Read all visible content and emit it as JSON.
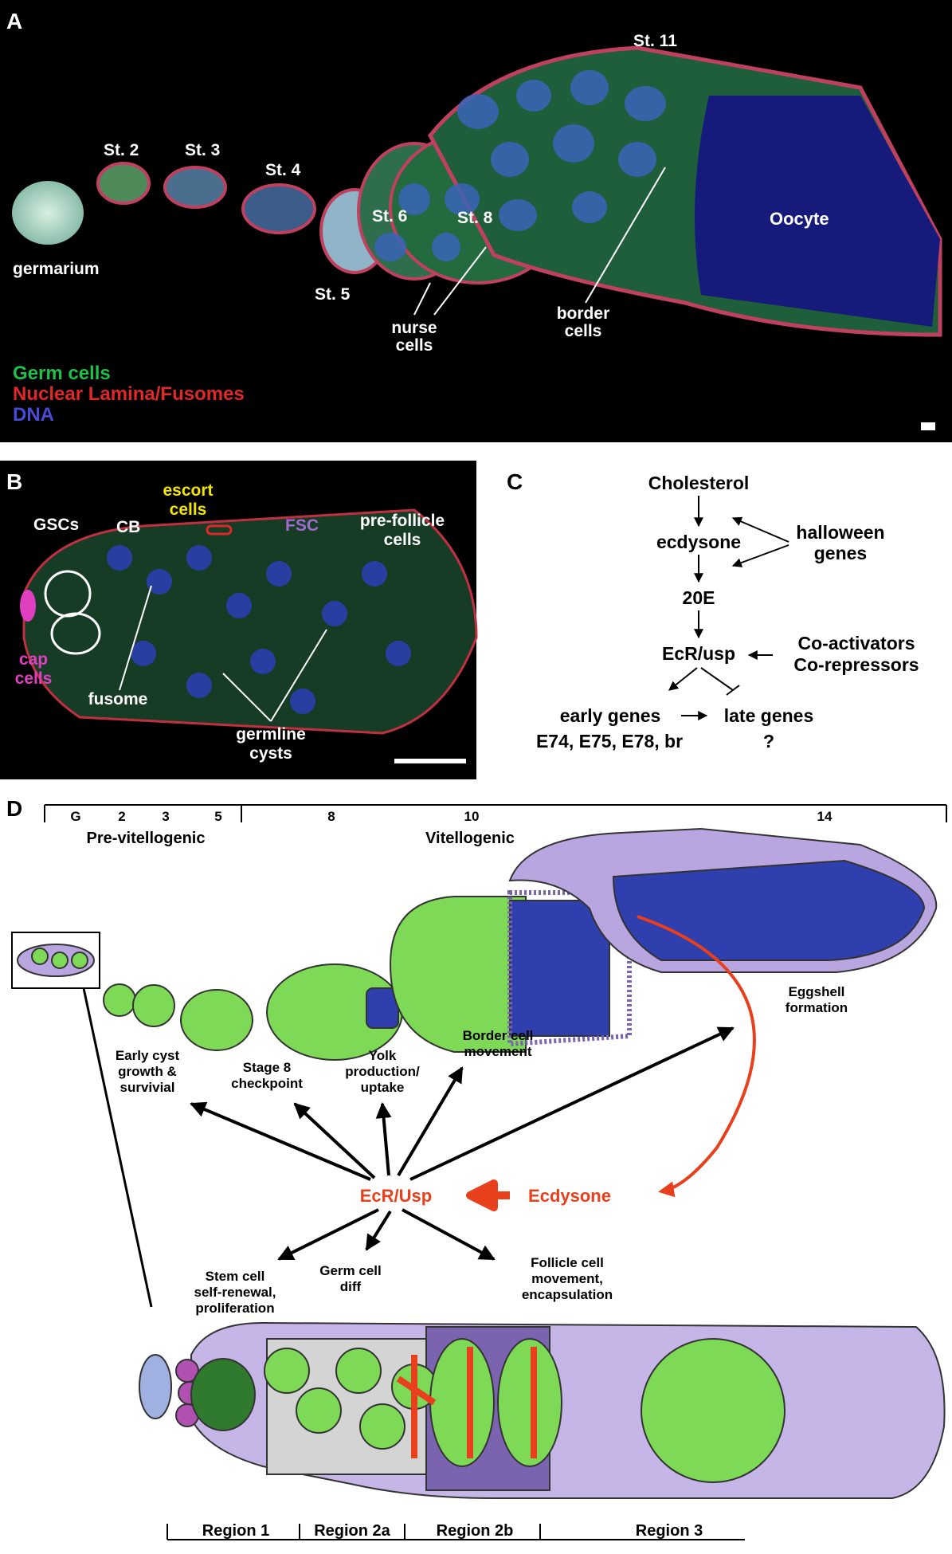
{
  "panelA": {
    "letter": "A",
    "stages": {
      "st2": "St. 2",
      "st3": "St. 3",
      "st4": "St. 4",
      "st5": "St. 5",
      "st6": "St. 6",
      "st8": "St. 8",
      "st11": "St. 11"
    },
    "germarium": "germarium",
    "oocyte": "Oocyte",
    "nurse_cells": [
      "nurse",
      "cells"
    ],
    "border_cells": [
      "border",
      "cells"
    ],
    "legend": [
      {
        "text": "Germ cells",
        "color": "#1fbf4a"
      },
      {
        "text": "Nuclear Lamina/Fusomes",
        "color": "#e02828"
      },
      {
        "text": "DNA",
        "color": "#4a4ad8"
      }
    ]
  },
  "panelB": {
    "letter": "B",
    "gscs": "GSCs",
    "cb": "CB",
    "escort_cells": [
      "escort",
      "cells"
    ],
    "fsc": "FSC",
    "prefollicle": [
      "pre-follicle",
      "cells"
    ],
    "cap_cells": [
      "cap",
      "cells"
    ],
    "fusome": "fusome",
    "germline_cysts": [
      "germline",
      "cysts"
    ],
    "colors": {
      "escort": "#f2e600",
      "fsc": "#a06ad0",
      "cap": "#e040c0"
    }
  },
  "panelC": {
    "letter": "C",
    "cholesterol": "Cholesterol",
    "ecdysone": "ecdysone",
    "halloween": [
      "halloween",
      "genes"
    ],
    "twentyE": "20E",
    "ecr_usp": "EcR/usp",
    "coactivators": "Co-activators",
    "corepressors": "Co-repressors",
    "early_genes": "early genes",
    "late_genes": "late genes",
    "early_list": "E74, E75, E78, br",
    "late_unknown": "?"
  },
  "panelD": {
    "letter": "D",
    "timeline": {
      "ticks": [
        "G",
        "2",
        "3",
        "5",
        "8",
        "10",
        "14"
      ],
      "pre_vitellogenic": "Pre-vitellogenic",
      "vitellogenic": "Vitellogenic"
    },
    "processes": {
      "early_cyst": [
        "Early cyst",
        "growth &",
        "survivial"
      ],
      "stage8": [
        "Stage 8",
        "checkpoint"
      ],
      "yolk": [
        "Yolk",
        "production/",
        "uptake"
      ],
      "border": [
        "Border cell",
        "movement"
      ],
      "eggshell": [
        "Eggshell",
        "formation"
      ],
      "stem_cell": [
        "Stem cell",
        "self-renewal,",
        "proliferation"
      ],
      "germ_diff": [
        "Germ cell",
        "diff"
      ],
      "follicle": [
        "Follicle cell",
        "movement,",
        "encapsulation"
      ]
    },
    "ecr_usp": "EcR/Usp",
    "ecdysone": "Ecdysone",
    "regions": [
      "Region 1",
      "Region 2a",
      "Region 2b",
      "Region 3"
    ],
    "colors": {
      "accent": "#e8401c",
      "germ": "#7ed957",
      "follicle": "#b9a6e0",
      "oocyte": "#2f3fae"
    }
  }
}
